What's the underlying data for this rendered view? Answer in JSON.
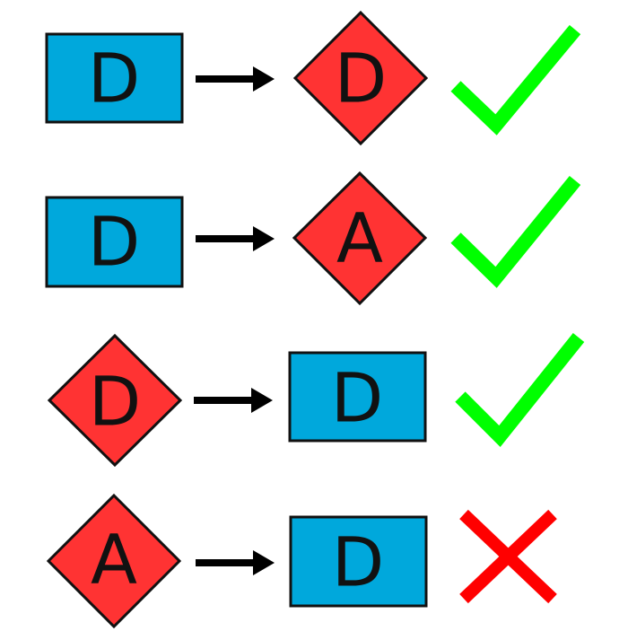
{
  "colors": {
    "rectangle_fill": "#00a8dc",
    "diamond_fill": "#ff3333",
    "outline": "#111111",
    "arrow": "#000000",
    "check": "#00ff00",
    "cross": "#ff0000"
  },
  "rows": [
    {
      "from": {
        "shape": "rectangle",
        "letter": "D"
      },
      "to": {
        "shape": "diamond",
        "letter": "D"
      },
      "result": {
        "icon": "check-icon",
        "valid": true
      }
    },
    {
      "from": {
        "shape": "rectangle",
        "letter": "D"
      },
      "to": {
        "shape": "diamond",
        "letter": "A"
      },
      "result": {
        "icon": "check-icon",
        "valid": true
      }
    },
    {
      "from": {
        "shape": "diamond",
        "letter": "D"
      },
      "to": {
        "shape": "rectangle",
        "letter": "D"
      },
      "result": {
        "icon": "check-icon",
        "valid": true
      }
    },
    {
      "from": {
        "shape": "diamond",
        "letter": "A"
      },
      "to": {
        "shape": "rectangle",
        "letter": "D"
      },
      "result": {
        "icon": "cross-icon",
        "valid": false
      }
    }
  ]
}
